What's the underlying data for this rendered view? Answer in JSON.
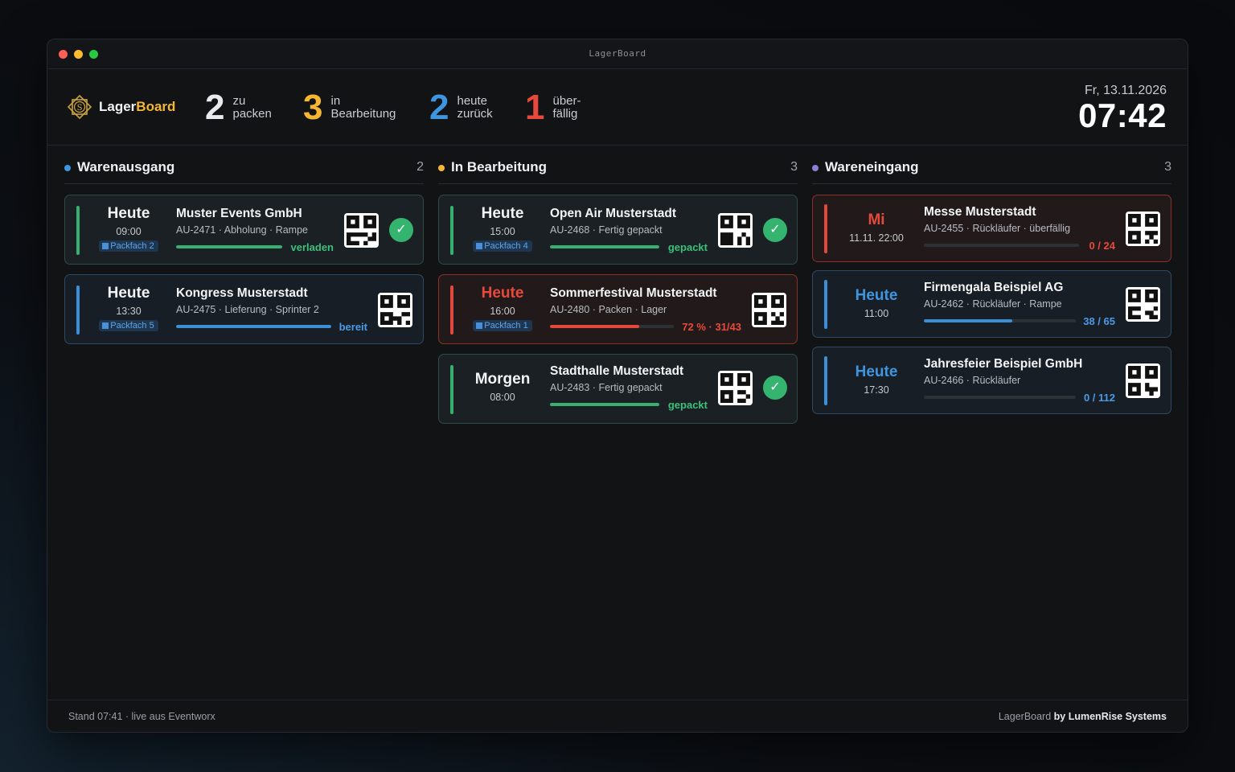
{
  "window": {
    "title": "LagerBoard"
  },
  "brand": {
    "name_main": "Lager",
    "name_accent": "Board",
    "logo_letter": "S"
  },
  "stats": [
    {
      "value": "2",
      "line1": "zu",
      "line2": "packen",
      "color": "#e8eaee"
    },
    {
      "value": "3",
      "line1": "in",
      "line2": "Bearbeitung",
      "color": "#f5b731"
    },
    {
      "value": "2",
      "line1": "heute",
      "line2": "zurück",
      "color": "#3e95e0"
    },
    {
      "value": "1",
      "line1": "über-",
      "line2": "fällig",
      "color": "#e6493b"
    }
  ],
  "clock": {
    "date": "Fr, 13.11.2026",
    "time": "07:42"
  },
  "columns": [
    {
      "title": "Warenausgang",
      "count": "2",
      "dot_color": "#3e95e0",
      "cards": [
        {
          "day": "Heute",
          "time": "09:00",
          "packfach": "Packfach 2",
          "title": "Muster Events GmbH",
          "sub": "AU-2471 · Abholung · Rampe",
          "status": "verladen",
          "progress": 100,
          "done": true
        },
        {
          "day": "Heute",
          "time": "13:30",
          "packfach": "Packfach 5",
          "title": "Kongress Musterstadt",
          "sub": "AU-2475 · Lieferung · Sprinter 2",
          "status": "bereit",
          "progress": 100,
          "done": false
        }
      ]
    },
    {
      "title": "In Bearbeitung",
      "count": "3",
      "dot_color": "#f5b731",
      "cards": [
        {
          "day": "Heute",
          "time": "15:00",
          "packfach": "Packfach 4",
          "title": "Open Air Musterstadt",
          "sub": "AU-2468 · Fertig gepackt",
          "status": "gepackt",
          "progress": 100,
          "done": true
        },
        {
          "day": "Heute",
          "time": "16:00",
          "packfach": "Packfach 1",
          "title": "Sommerfestival Musterstadt",
          "sub": "AU-2480 · Packen · Lager",
          "status": "72 % · 31/43",
          "progress": 72,
          "done": false
        },
        {
          "day": "Morgen",
          "time": "08:00",
          "title": "Stadthalle Musterstadt",
          "sub": "AU-2483 · Fertig gepackt",
          "status": "gepackt",
          "progress": 100,
          "done": true
        }
      ]
    },
    {
      "title": "Wareneingang",
      "count": "3",
      "dot_color": "#8b7fd6",
      "cards": [
        {
          "day": "Mi",
          "time": "11.11. 22:00",
          "title": "Messe Musterstadt",
          "sub": "AU-2455 · Rückläufer · überfällig",
          "status": "0 / 24",
          "progress": 0
        },
        {
          "day": "Heute",
          "time": "11:00",
          "title": "Firmengala Beispiel AG",
          "sub": "AU-2462 · Rückläufer · Rampe",
          "status": "38 / 65",
          "progress": 58
        },
        {
          "day": "Heute",
          "time": "17:30",
          "title": "Jahresfeier Beispiel GmbH",
          "sub": "AU-2466 · Rückläufer",
          "status": "0 / 112",
          "progress": 0
        }
      ]
    }
  ],
  "footer": {
    "left": "Stand 07:41 · live aus Eventworx",
    "right_prefix": "LagerBoard",
    "right_by": "by LumenRise Systems"
  }
}
